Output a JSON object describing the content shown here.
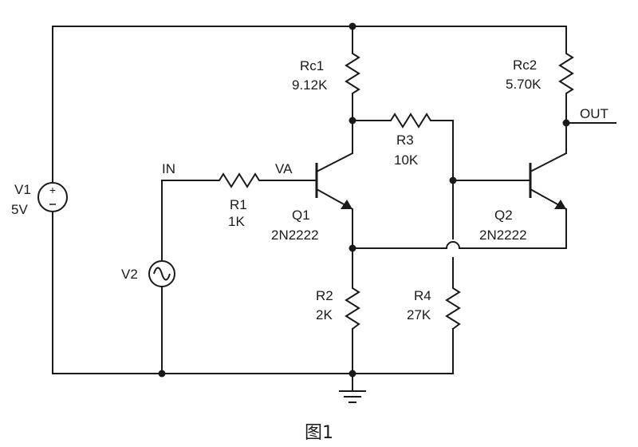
{
  "caption": "图1",
  "labels": {
    "v1_name": "V1",
    "v1_value": "5V",
    "v2_name": "V2",
    "in": "IN",
    "va": "VA",
    "r1_name": "R1",
    "r1_value": "1K",
    "rc1_name": "Rc1",
    "rc1_value": "9.12K",
    "r3_name": "R3",
    "r3_value": "10K",
    "q1_name": "Q1",
    "q1_model": "2N2222",
    "r2_name": "R2",
    "r2_value": "2K",
    "r4_name": "R4",
    "r4_value": "27K",
    "rc2_name": "Rc2",
    "rc2_value": "5.70K",
    "q2_name": "Q2",
    "q2_model": "2N2222",
    "out": "OUT"
  }
}
